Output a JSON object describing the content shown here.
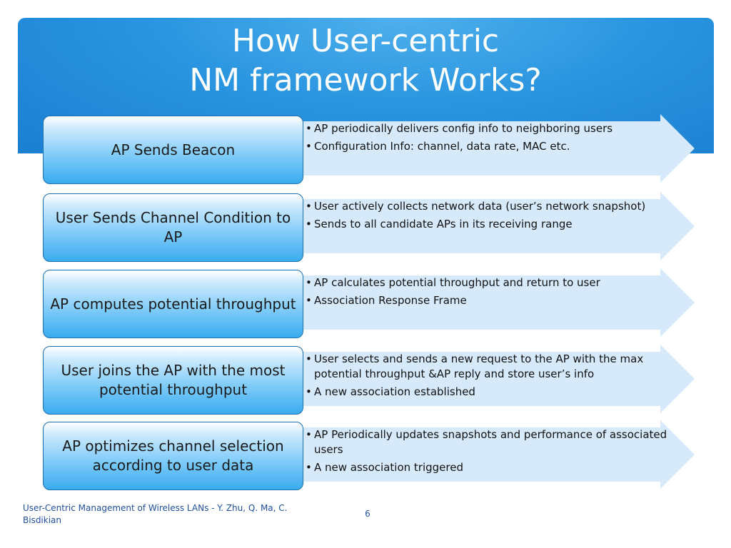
{
  "slide": {
    "title_line1": "How User-centric",
    "title_line2": "NM framework Works?"
  },
  "steps": [
    {
      "label": "AP Sends Beacon",
      "bullets": [
        "AP periodically delivers config info to neighboring users",
        "Configuration Info: channel, data rate, MAC etc."
      ]
    },
    {
      "label": "User Sends Channel Condition to AP",
      "bullets": [
        "User actively collects network data (user’s network snapshot)",
        "Sends to all candidate APs in its receiving range"
      ]
    },
    {
      "label": "AP computes potential throughput",
      "bullets": [
        "AP calculates potential throughput and return to user",
        "Association Response Frame"
      ]
    },
    {
      "label": "User joins the AP with the most potential throughput",
      "bullets": [
        "User  selects and sends a new request to the AP with the max potential throughput &AP reply and store user’s info",
        "A new association established"
      ]
    },
    {
      "label": "AP optimizes channel selection according to user data",
      "bullets": [
        "AP Periodically updates snapshots and performance of associated users",
        "A new association triggered"
      ]
    }
  ],
  "footer": {
    "citation": "User-Centric Management of Wireless LANs - Y. Zhu, Q. Ma, C. Bisdikian",
    "page_number": "6"
  },
  "colors": {
    "header_blue": "#2a95e0",
    "arrow_fill": "#d6eafb",
    "box_gradient_bottom": "#3aabef",
    "footer_text": "#1f4e9c"
  }
}
